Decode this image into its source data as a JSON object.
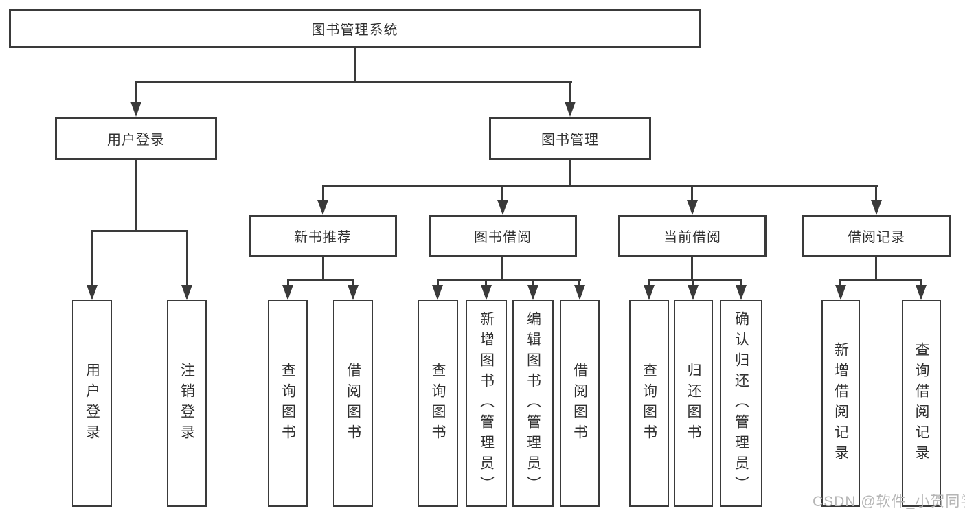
{
  "tree": {
    "root": "图书管理系统",
    "branches": [
      {
        "label": "用户登录",
        "children": [
          {
            "label": "用户登录"
          },
          {
            "label": "注销登录"
          }
        ]
      },
      {
        "label": "图书管理",
        "sections": [
          {
            "label": "新书推荐",
            "children": [
              {
                "label": "查询图书"
              },
              {
                "label": "借阅图书"
              }
            ]
          },
          {
            "label": "图书借阅",
            "children": [
              {
                "label": "查询图书"
              },
              {
                "label": "新增图书（管理员）"
              },
              {
                "label": "编辑图书（管理员）"
              },
              {
                "label": "借阅图书"
              }
            ]
          },
          {
            "label": "当前借阅",
            "children": [
              {
                "label": "查询图书"
              },
              {
                "label": "归还图书"
              },
              {
                "label": "确认归还（管理员）"
              }
            ]
          },
          {
            "label": "借阅记录",
            "children": [
              {
                "label": "新增借阅记录"
              },
              {
                "label": "查询借阅记录"
              }
            ]
          }
        ]
      }
    ]
  },
  "watermark": {
    "text": "CSDN @软件_小贺同学"
  },
  "colors": {
    "line": "#3a3a3a",
    "text": "#303030",
    "box_bg": "#ffffff",
    "watermark": "#b5b5b5"
  }
}
